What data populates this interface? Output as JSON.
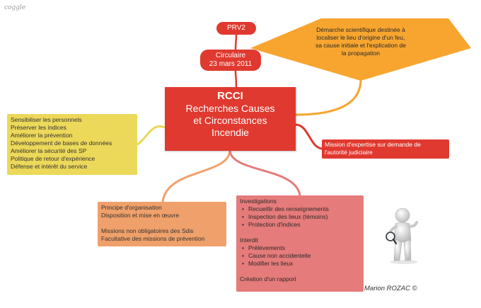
{
  "logo": {
    "text": "coggle"
  },
  "prv2": {
    "label": "PRV2"
  },
  "circulaire": {
    "line1": "Circulaire",
    "line2": "23 mars 2011"
  },
  "central": {
    "line1": "RCCI",
    "line2": "Recherches Causes",
    "line3": "et Circonstances",
    "line4": "Incendie"
  },
  "demarche": {
    "line1": "Démarche scientifique destinée à",
    "line2": "localiser le lieu d'origine d'un feu,",
    "line3": "sa cause initiale et l'explication de",
    "line4": "la propagation"
  },
  "objectifs": {
    "items": [
      "Sensibiliser les personnels",
      "Préserver les indices",
      "Améliorer la prévention",
      "Développement de bases de données",
      "Améliorer la sécurité des SP",
      "Politique de retour d'expérience",
      "Défense et intérêt du service"
    ]
  },
  "mission": {
    "line1": "Mission d'expertise sur demande de",
    "line2": "l'autorité judiciaire"
  },
  "principe": {
    "line1": "Principe d'organisation",
    "line2": "Disposition et mise en œuvre",
    "line3": "Missions non obligatoires des Sdis",
    "line4": "Facultative des missions de prévention"
  },
  "investigations": {
    "title": "Investigations",
    "items": [
      "Recueillir des renseignements",
      "Inspection des lieux (témoins)",
      "Protection d'indices"
    ],
    "interdit_title": "Interdit",
    "interdit_items": [
      "Prélèvements",
      "Cause non accidentelle",
      "Modifier les lieux"
    ],
    "footer": "Création d'un rapport"
  },
  "credit": {
    "text": "Marion ROZAC ©"
  },
  "colors": {
    "red": "#e0392f",
    "orange": "#f7a52f",
    "yellow": "#ecd859",
    "salmon": "#f0a06a",
    "pink": "#e57b7a"
  },
  "icons": {
    "figure": "person-magnifier-icon"
  }
}
